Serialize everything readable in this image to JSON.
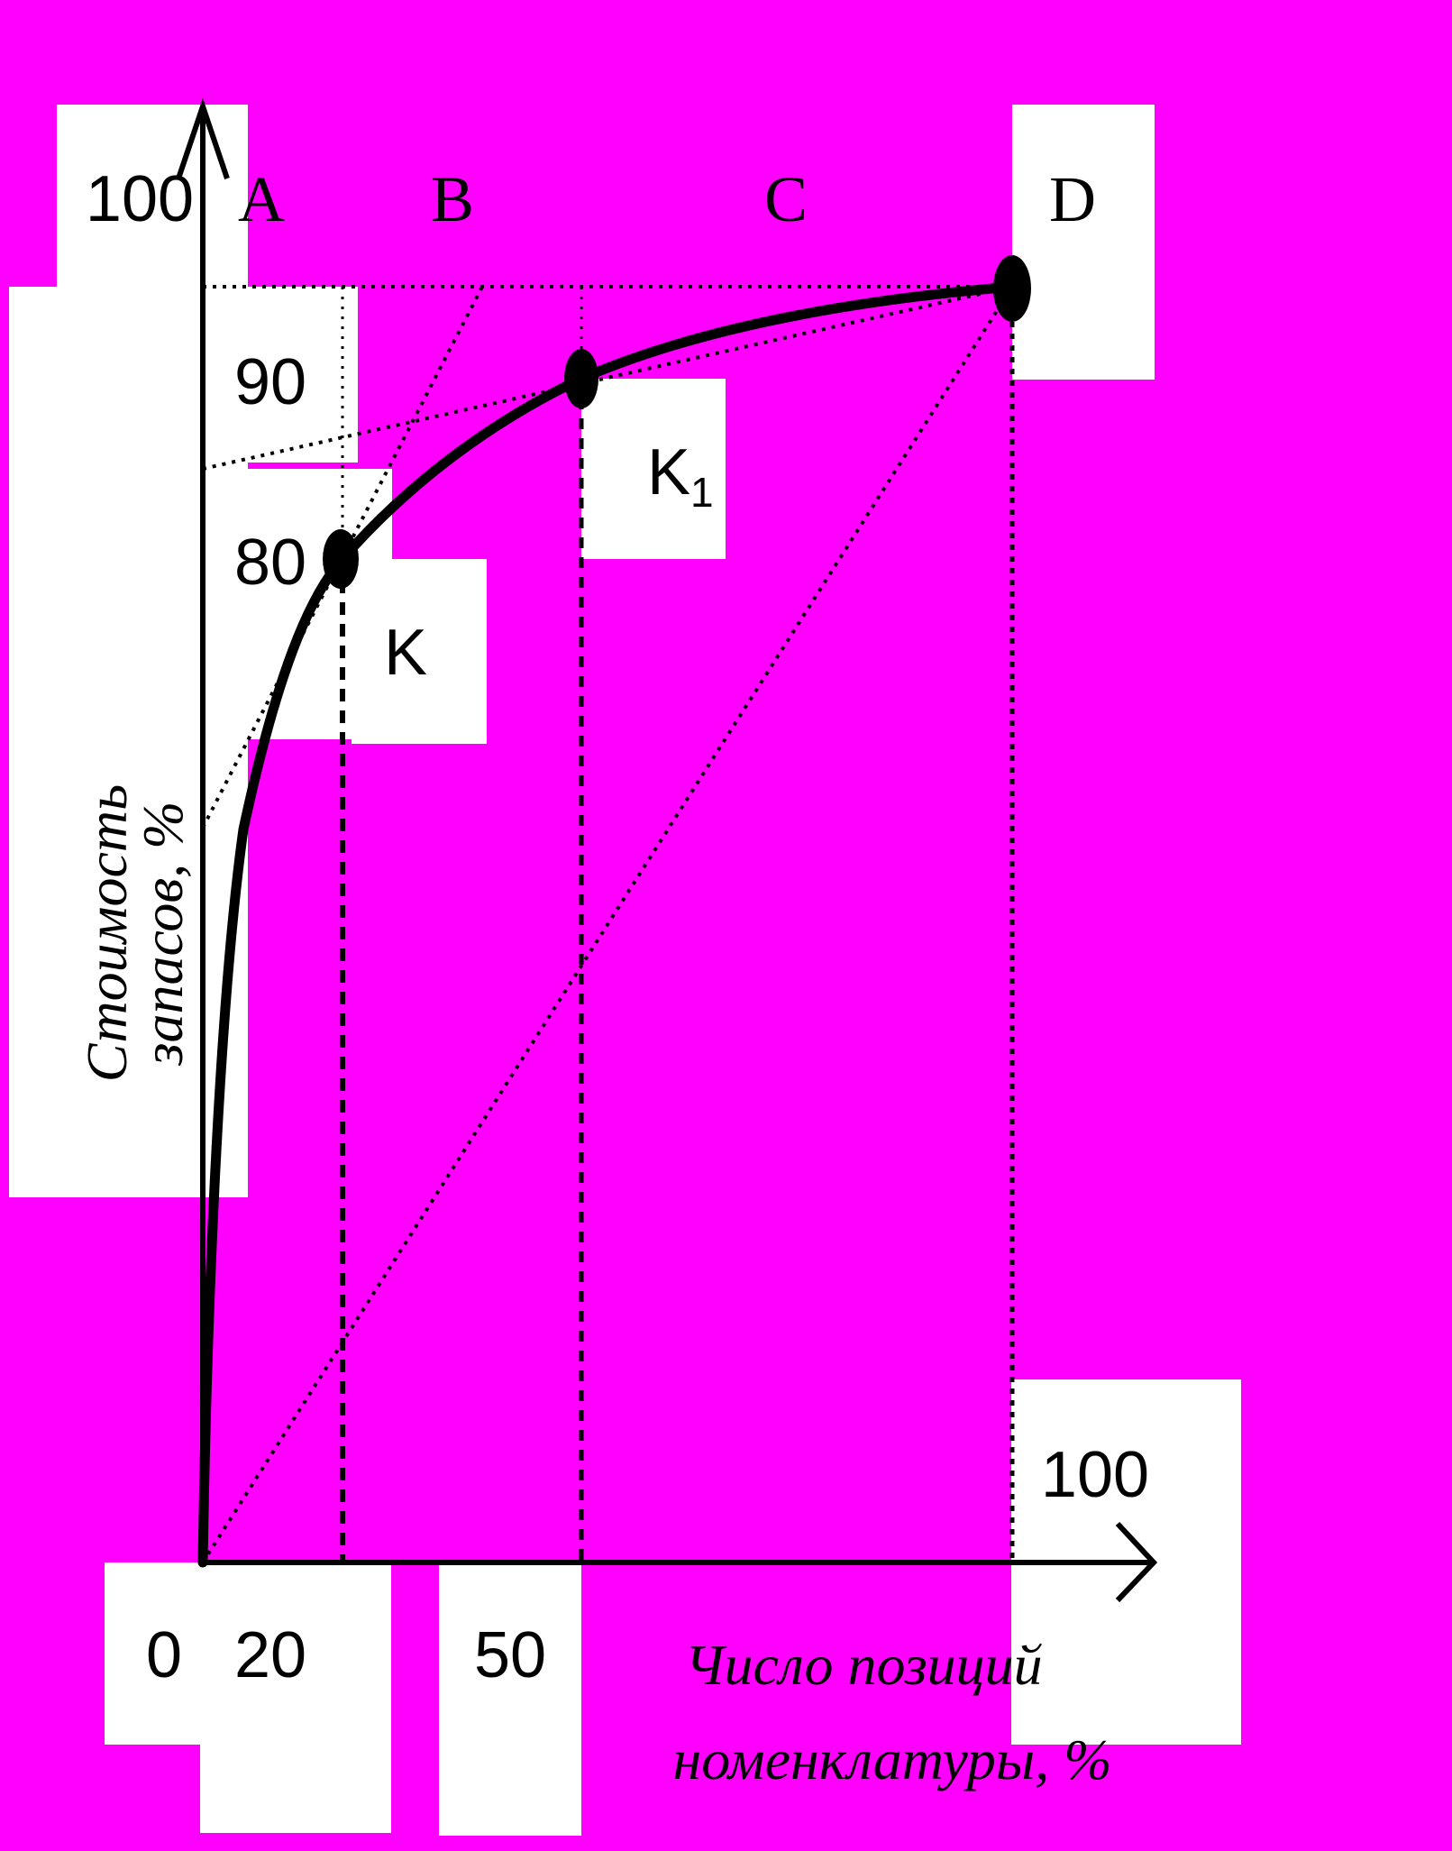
{
  "diagram": {
    "axes": {
      "x_origin_label": "0",
      "x_tick_labels": [
        "20",
        "50"
      ],
      "x_end_label": "100",
      "x_title": [
        "Число позиций",
        "номенклатуры, %"
      ],
      "y_end_label": "100",
      "y_tick_labels": [
        "90",
        "80"
      ],
      "y_title": [
        "Стоимость",
        "запасов, %"
      ]
    },
    "zone_labels": [
      "A",
      "B",
      "C",
      "D"
    ],
    "points": {
      "K": "K",
      "K1_base": "K",
      "K1_sub": "1"
    },
    "colors": {
      "background": "#ff00ff",
      "panel": "#ffffff",
      "ink": "#000000"
    }
  }
}
